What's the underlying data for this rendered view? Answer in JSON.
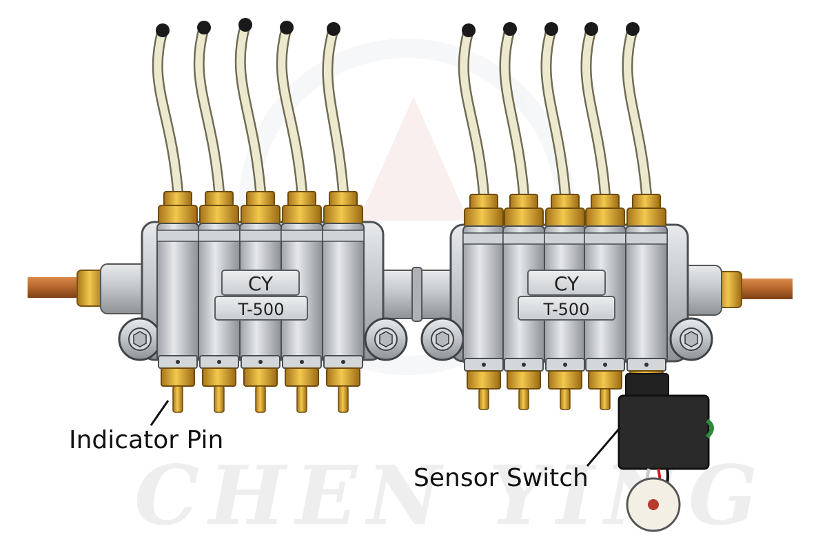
{
  "watermark": {
    "text": "CHEN YING"
  },
  "blocks": [
    {
      "brand": "CY",
      "model": "T-500"
    },
    {
      "brand": "CY",
      "model": "T-500"
    }
  ],
  "labels": {
    "indicator_pin": "Indicator Pin",
    "sensor_switch": "Sensor Switch"
  },
  "colors": {
    "copper": "#b5652b",
    "brass": "#d9a62e",
    "aluminum": "#c4c8cc",
    "tube": "#ece9cf",
    "tube_tip": "#1a1a1a",
    "sensor": "#2a2a2a",
    "watermark": "#f0f0f0"
  }
}
